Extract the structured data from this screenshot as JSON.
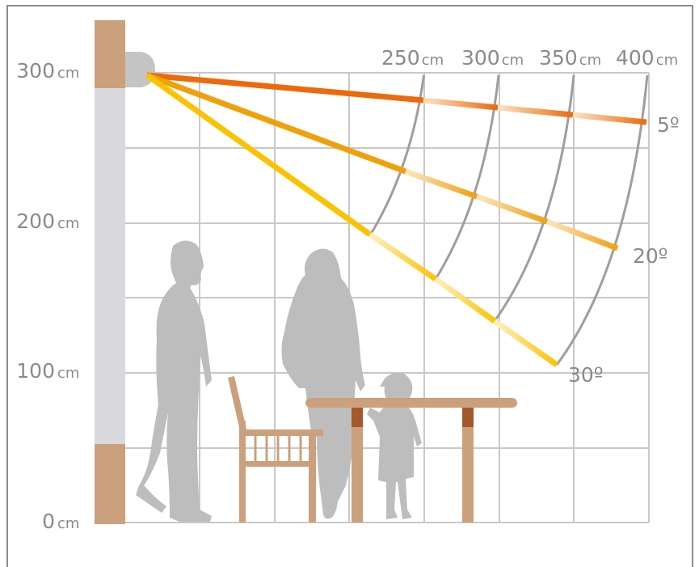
{
  "diagram": {
    "height_labels": [
      {
        "value": "300",
        "unit": "cm"
      },
      {
        "value": "200",
        "unit": "cm"
      },
      {
        "value": "100",
        "unit": "cm"
      },
      {
        "value": "0",
        "unit": "cm"
      }
    ],
    "distance_labels": [
      {
        "value": "250",
        "unit": "cm"
      },
      {
        "value": "300",
        "unit": "cm"
      },
      {
        "value": "350",
        "unit": "cm"
      },
      {
        "value": "400",
        "unit": "cm"
      }
    ],
    "angle_labels": [
      "5º",
      "20º",
      "30º"
    ],
    "colors": {
      "beam_5": "#ec6a0c",
      "beam_20": "#f0a00a",
      "beam_30": "#fbc200",
      "wall": "#d9d9dc",
      "wood": "#cba07c",
      "grid": "#c8c8c8",
      "silhouette": "#bdbdbd"
    }
  }
}
